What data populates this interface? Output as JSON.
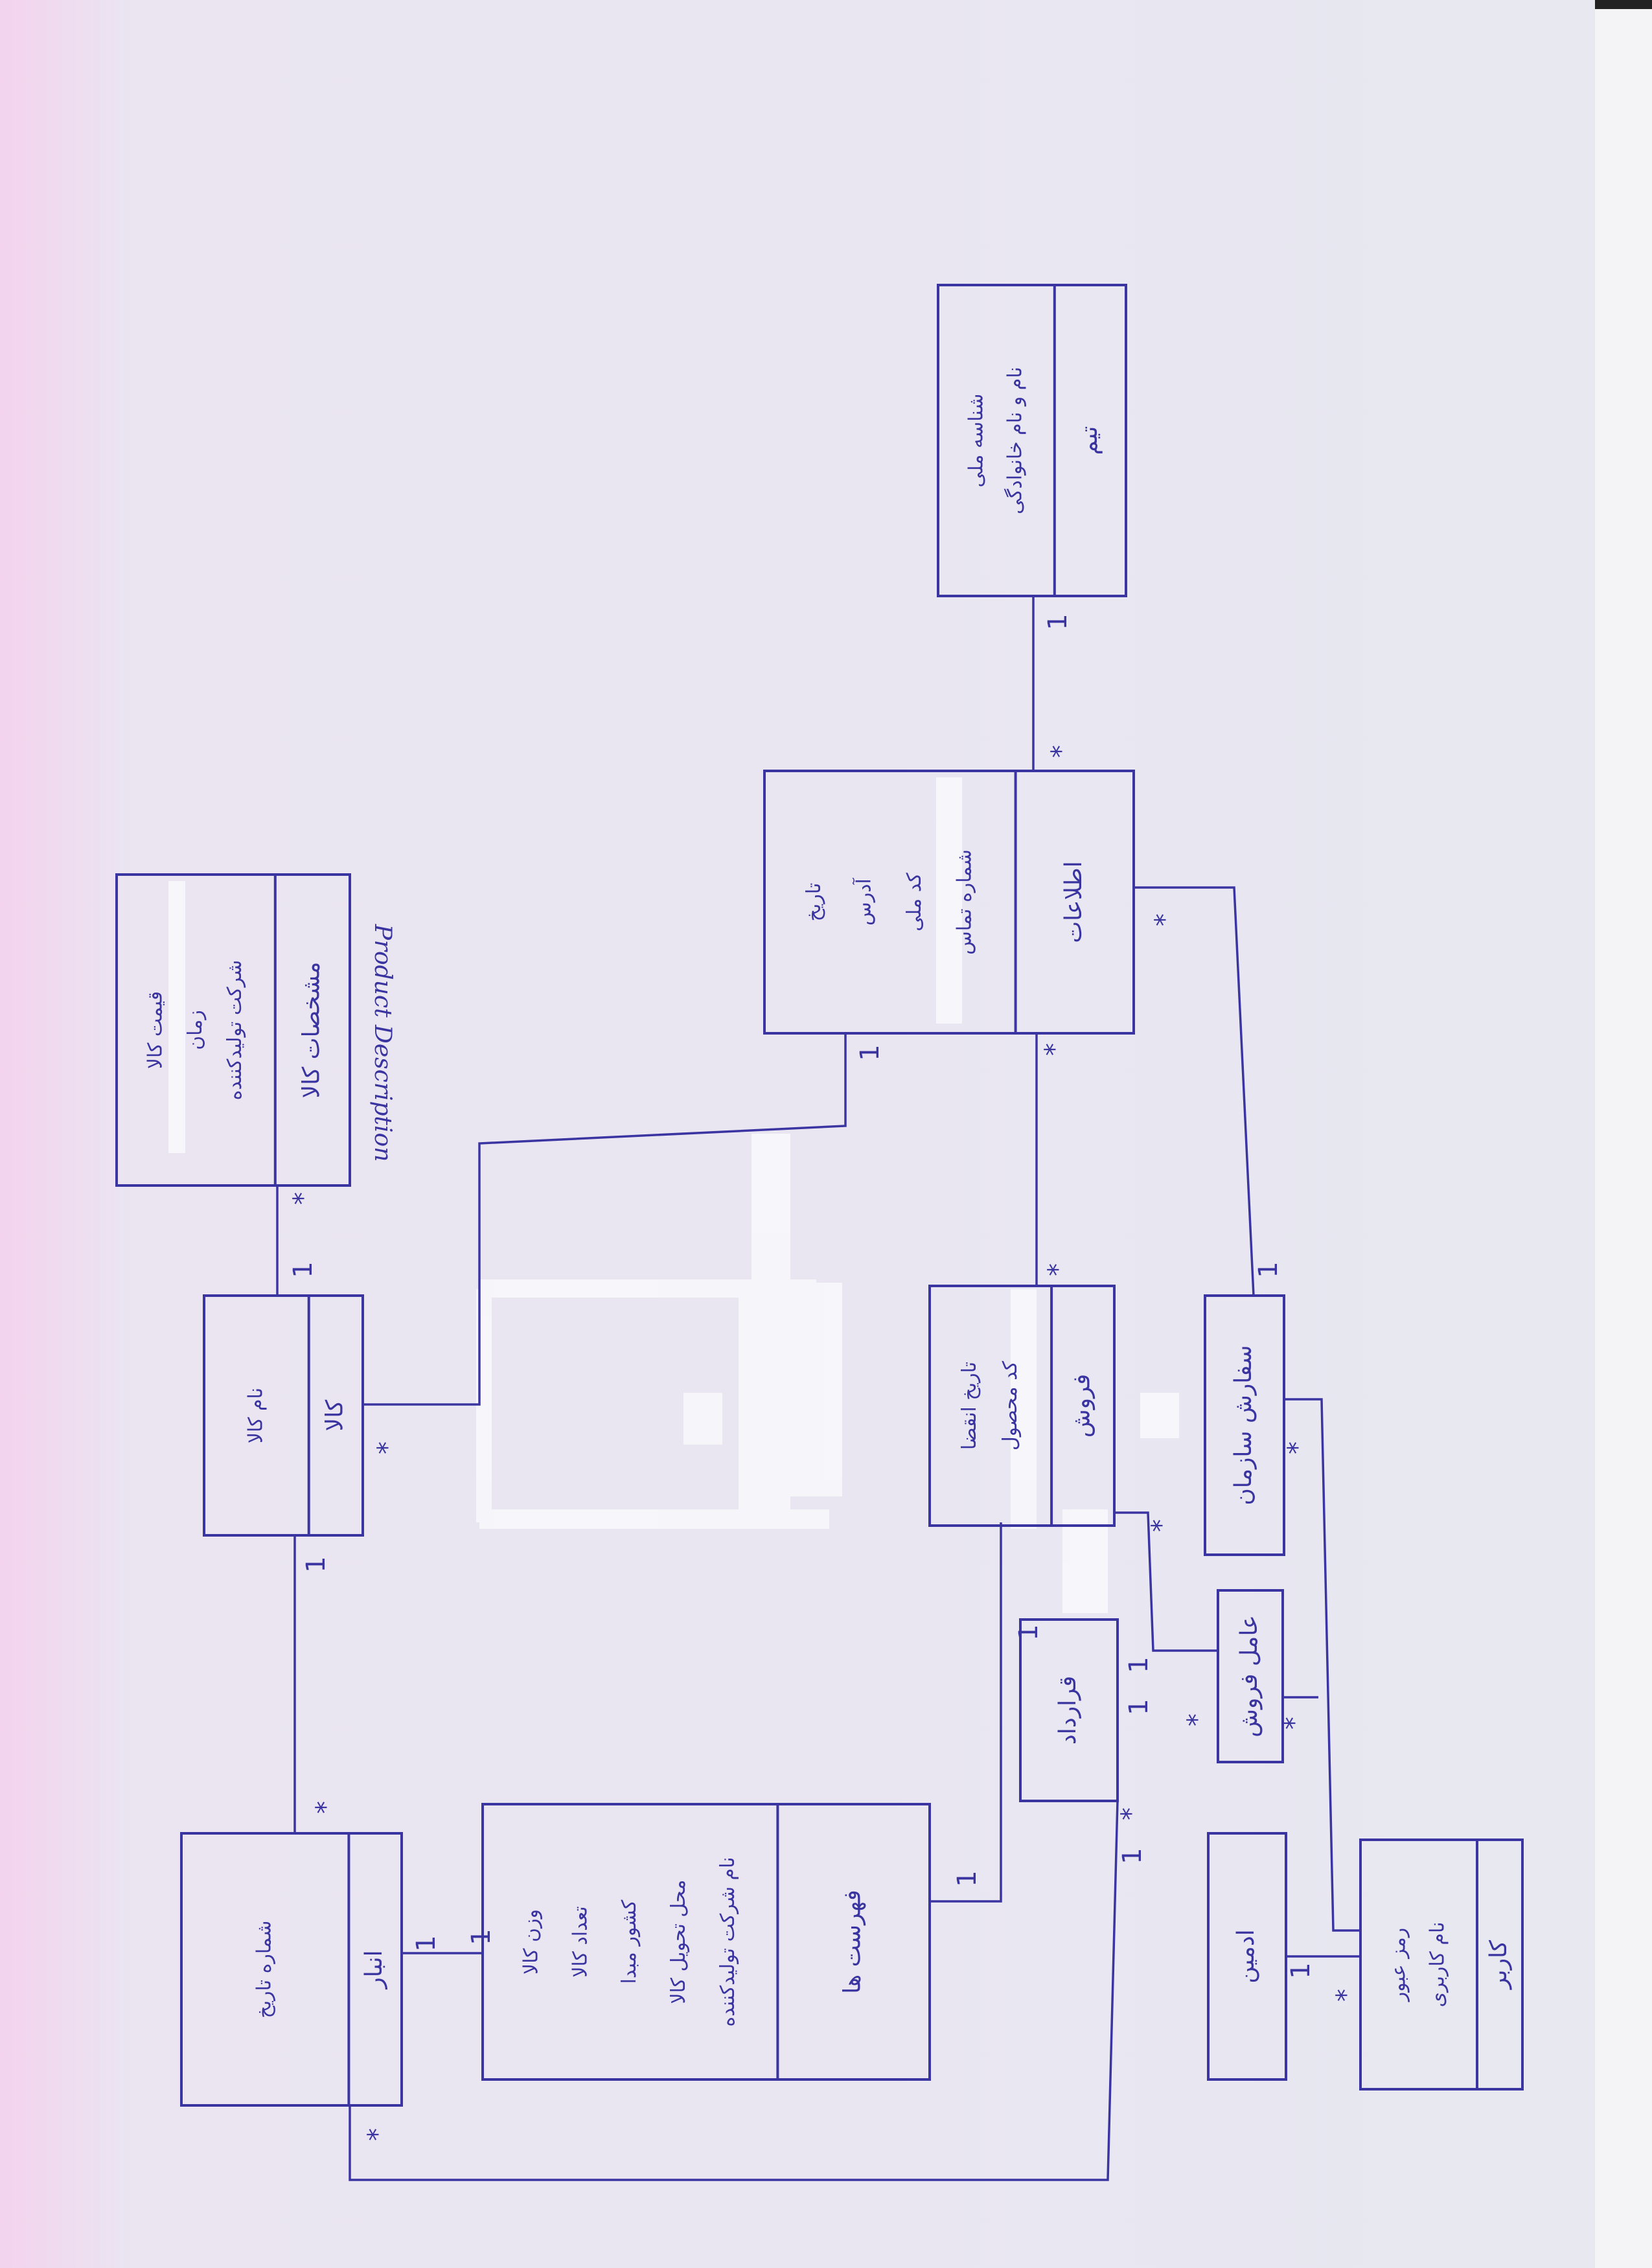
{
  "classes": [
    {
      "id": "c1",
      "title": "تیم",
      "attributes": [
        "نام و نام خانوادگی",
        "شناسه ملی"
      ]
    },
    {
      "id": "c2",
      "title": "اطلاعات",
      "attributes": [
        "شماره تماس",
        "کد ملی",
        "آدرس",
        "تاریخ"
      ]
    },
    {
      "id": "c3",
      "title": "مشخصات کالا",
      "attributes": [
        "شرکت تولیدکننده",
        "زمان",
        "قیمت کالا"
      ],
      "note": "Product Description"
    },
    {
      "id": "c4",
      "title": "کالا",
      "attributes": [
        "نام کالا"
      ]
    },
    {
      "id": "c5",
      "title": "فروش",
      "attributes": [
        "کد محصول",
        "تاریخ انقضا"
      ]
    },
    {
      "id": "c6",
      "title": "سفارش سازمان",
      "attributes": []
    },
    {
      "id": "c7",
      "title": "عامل فروش",
      "attributes": []
    },
    {
      "id": "c8",
      "title": "قرارداد",
      "attributes": []
    },
    {
      "id": "c9",
      "title": "انبار",
      "attributes": [
        "شماره تاریخ"
      ]
    },
    {
      "id": "c10",
      "title": "فهرست ها",
      "attributes": [
        "نام شرکت تولیدکننده",
        "محل تحویل کالا",
        "کشور مبدا",
        "تعداد کالا",
        "وزن کالا"
      ]
    },
    {
      "id": "c11",
      "title": "ادمین",
      "attributes": []
    },
    {
      "id": "c12",
      "title": "کاربر",
      "attributes": [
        "نام کاربری",
        "رمز عبور"
      ]
    }
  ],
  "multiplicities": [
    "1",
    "*",
    "1",
    "*",
    "1",
    "*",
    "*",
    "1",
    "*",
    "*",
    "*",
    "1",
    "*",
    "*",
    "1",
    "1",
    "*",
    "*",
    "1",
    "1",
    "1",
    "1",
    "*",
    "*",
    "1",
    "*",
    "1"
  ]
}
